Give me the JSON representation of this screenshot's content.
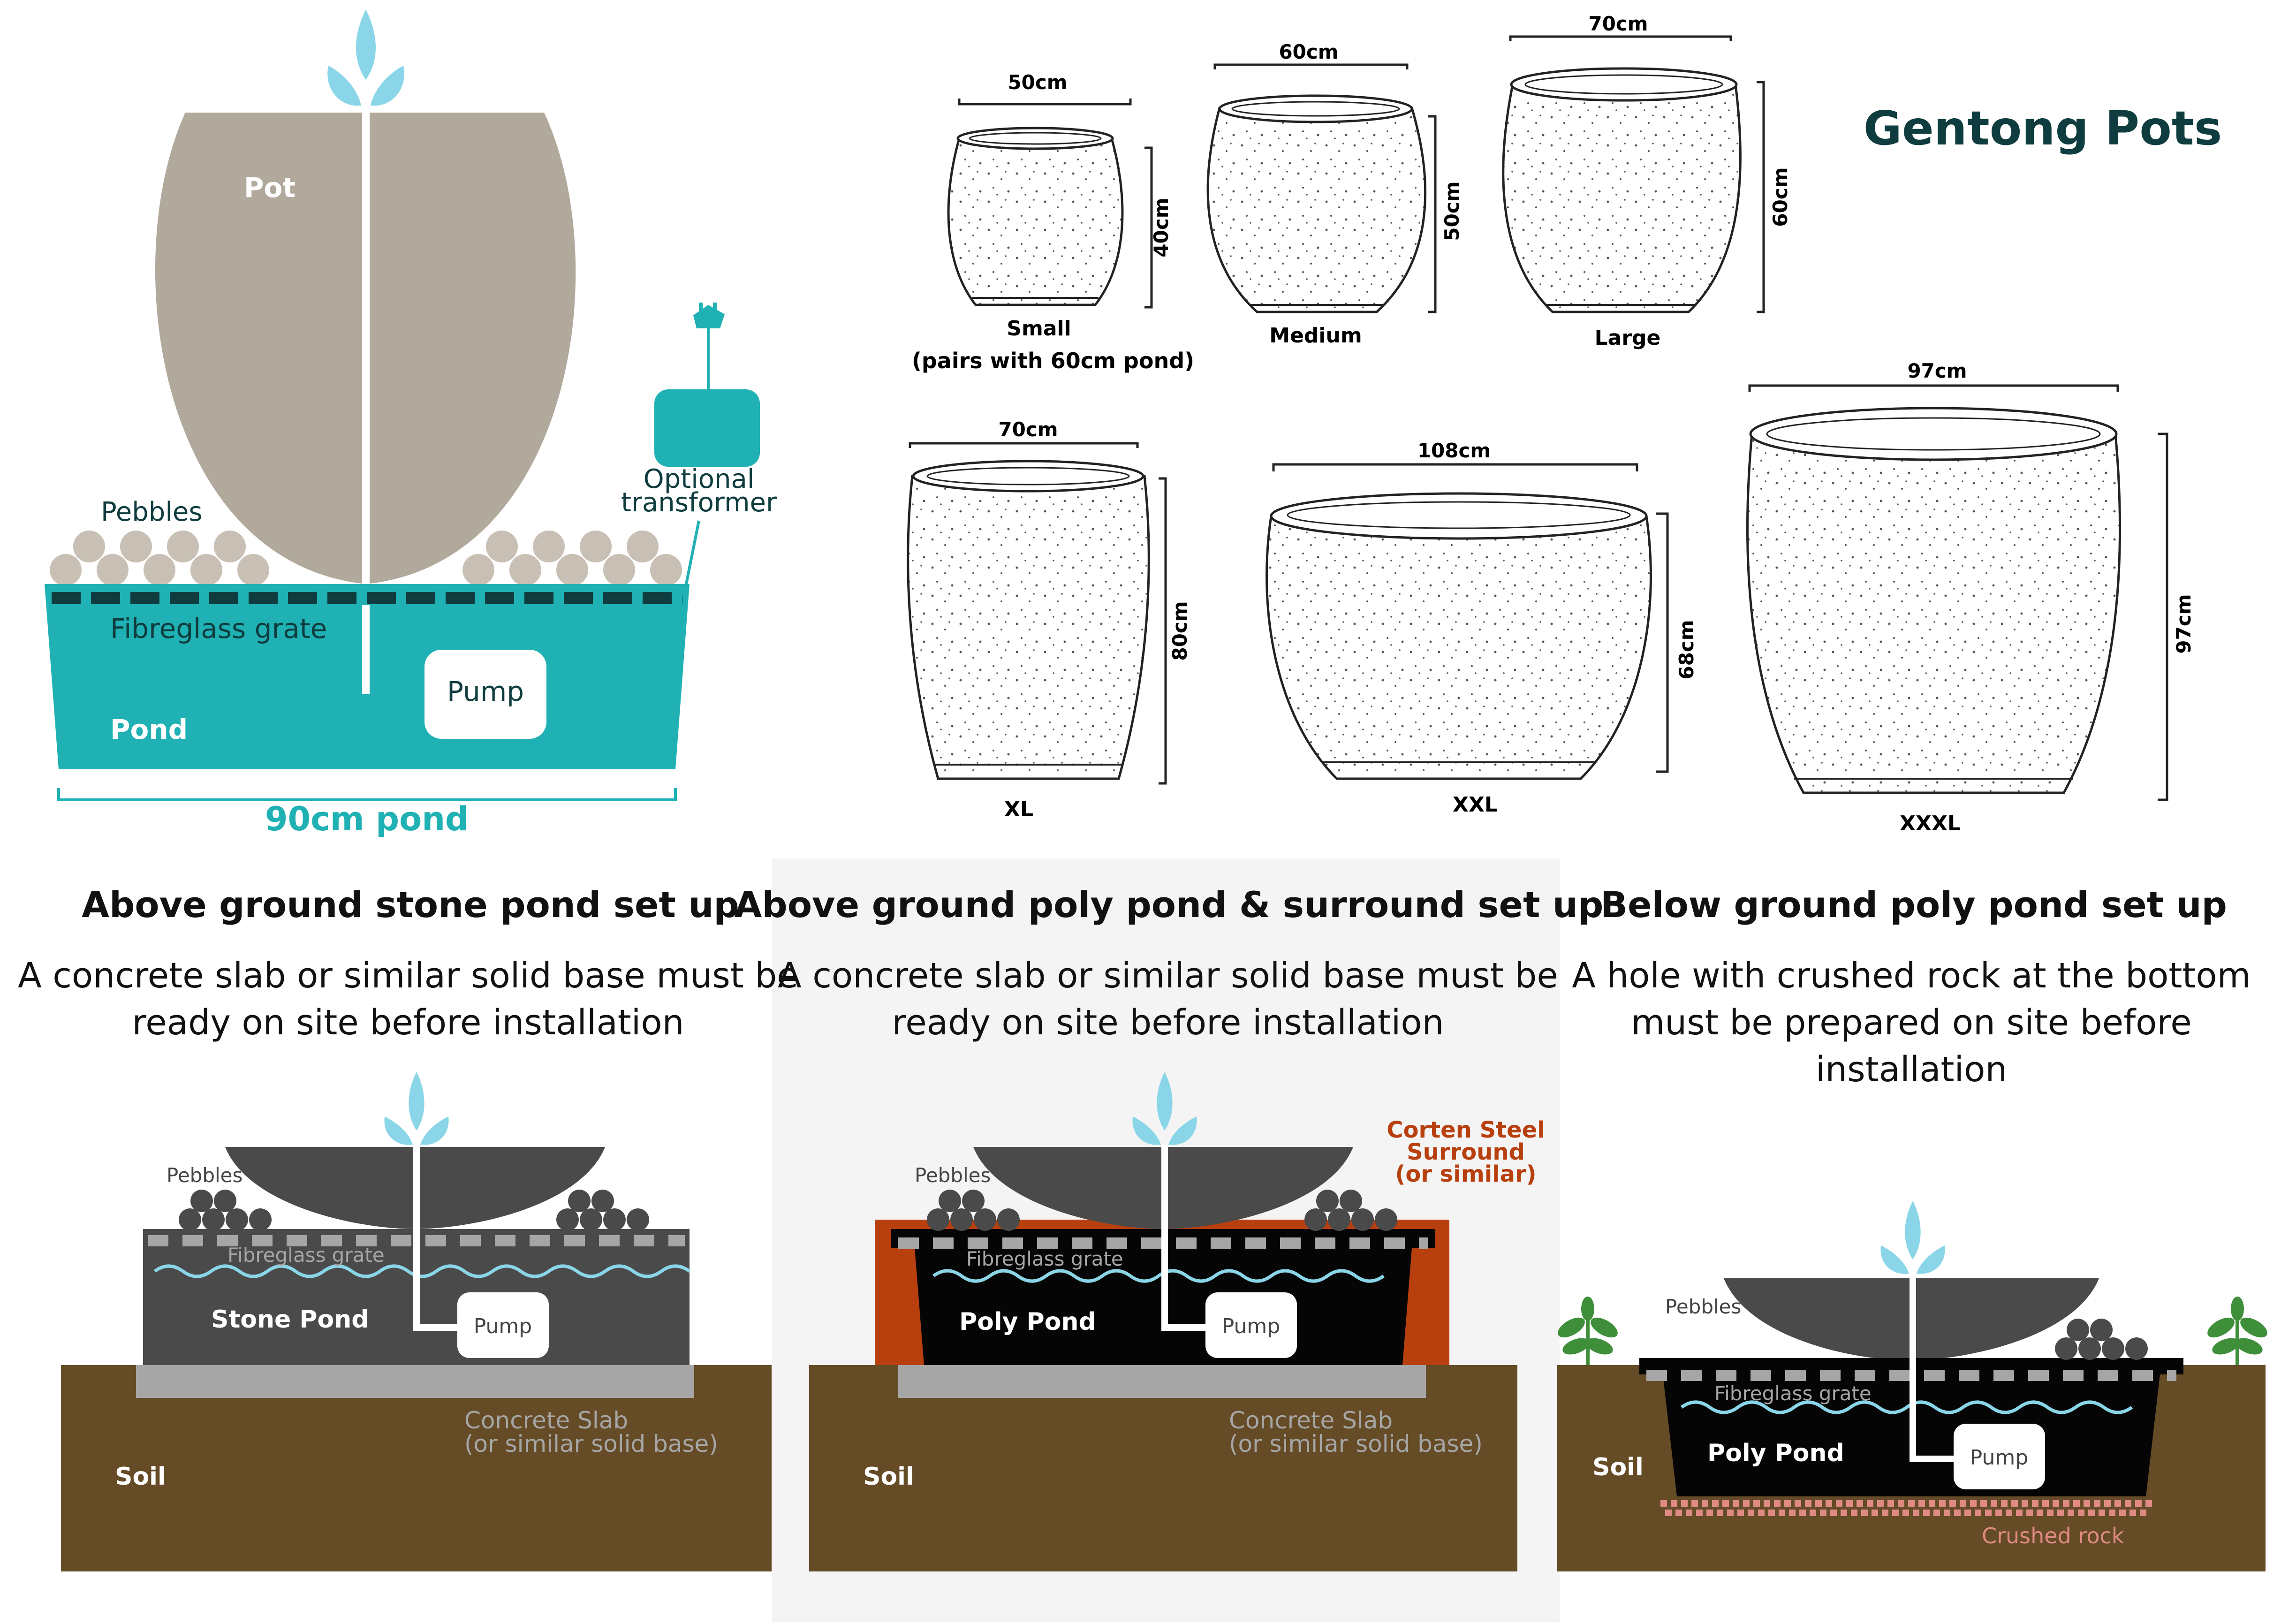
{
  "main_diagram": {
    "pot_label": "Pot",
    "pebbles_label": "Pebbles",
    "grate_label": "Fibreglass grate",
    "pump_label": "Pump",
    "pond_label": "Pond",
    "transformer_line1": "Optional",
    "transformer_line2": "transformer",
    "pond_size_label": "90cm pond"
  },
  "pots": {
    "title": "Gentong Pots",
    "items": [
      {
        "name": "Small",
        "note": "(pairs with 60cm pond)",
        "width": "50cm",
        "height": "40cm"
      },
      {
        "name": "Medium",
        "width": "60cm",
        "height": "50cm"
      },
      {
        "name": "Large",
        "width": "70cm",
        "height": "60cm"
      },
      {
        "name": "XL",
        "width": "70cm",
        "height": "80cm"
      },
      {
        "name": "XXL",
        "width": "108cm",
        "height": "68cm"
      },
      {
        "name": "XXXL",
        "width": "97cm",
        "height": "97cm"
      }
    ]
  },
  "setups": [
    {
      "title": "Above ground stone pond set up",
      "desc1": "A concrete slab or similar solid base must be",
      "desc2": "ready on site before installation",
      "pebbles": "Pebbles",
      "grate": "Fibreglass grate",
      "pond": "Stone Pond",
      "pump": "Pump",
      "slab1": "Concrete Slab",
      "slab2": "(or similar solid base)",
      "soil": "Soil"
    },
    {
      "title": "Above ground poly pond & surround set up",
      "desc1": "A concrete slab or similar solid base must be",
      "desc2": "ready on site before installation",
      "pebbles": "Pebbles",
      "grate": "Fibreglass grate",
      "pond": "Poly Pond",
      "pump": "Pump",
      "slab1": "Concrete Slab",
      "slab2": "(or similar solid base)",
      "soil": "Soil",
      "surround1": "Corten Steel",
      "surround2": "Surround",
      "surround3": "(or similar)"
    },
    {
      "title": "Below ground poly pond set up",
      "desc1": "A hole with crushed rock at the bottom",
      "desc2": "must be prepared on site before",
      "desc3": "installation",
      "pebbles": "Pebbles",
      "grate": "Fibreglass grate",
      "pond": "Poly Pond",
      "pump": "Pump",
      "soil": "Soil",
      "rock": "Crushed rock"
    }
  ],
  "colors": {
    "teal": "#1fb1b3",
    "teal_dark": "#0f3d3f",
    "pot": "#b1a99c",
    "pebble": "#c8c0b4",
    "soil": "#654b26",
    "water_drop": "#8ad6e8",
    "corten": "#b8400e",
    "grey_panel": "#f4f4f4",
    "stone": "#4a4a4a"
  }
}
